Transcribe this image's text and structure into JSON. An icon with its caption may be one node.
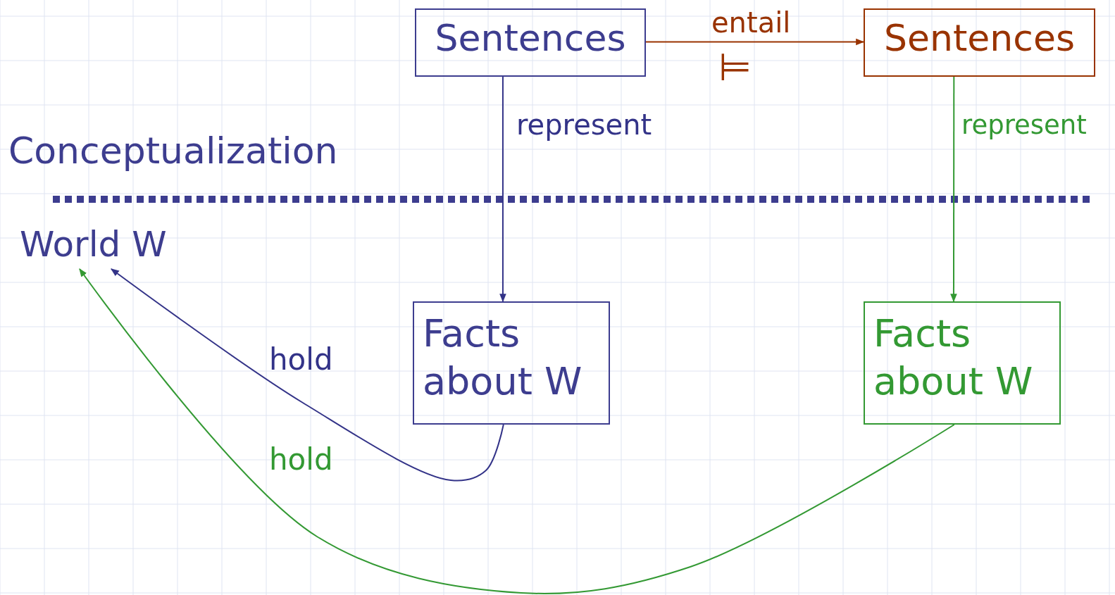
{
  "diagram": {
    "nodes": [
      {
        "text": [
          "Sentences"
        ]
      },
      {
        "text": [
          "Sentences"
        ]
      },
      {
        "text": [
          "Facts about W"
        ]
      },
      {
        "text": [
          "Facts about W"
        ]
      },
      {
        "text": [
          "World W"
        ]
      }
    ],
    "edges": [
      {
        "from": 0,
        "to": 1,
        "arrow": "to",
        "label": "entail",
        "color": "#993300"
      },
      {
        "from": 0,
        "to": 2,
        "arrow": "to",
        "label": "represent",
        "color": "#333388"
      },
      {
        "from": 1,
        "to": 3,
        "arrow": "to",
        "label": "represent",
        "color": "#339933"
      },
      {
        "from": 2,
        "to": 4,
        "arrow": "to",
        "label": "hold",
        "color": "#333388"
      },
      {
        "from": 3,
        "to": 4,
        "arrow": "to",
        "label": "hold",
        "color": "#339933"
      }
    ],
    "labels": [
      "⊨",
      "Conceptualization"
    ]
  }
}
